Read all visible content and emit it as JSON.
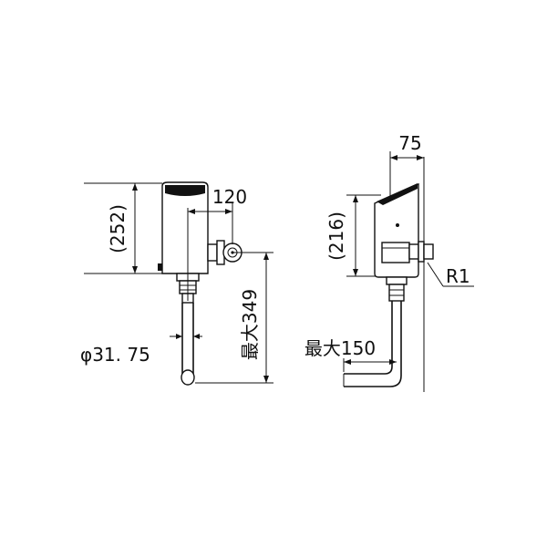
{
  "colors": {
    "line": "#111111",
    "background": "#ffffff"
  },
  "front_view": {
    "height_label": "(252)",
    "offset_label": "120",
    "max_length_label": "最大349",
    "diameter_label": "φ31. 75"
  },
  "side_view": {
    "top_label": "75",
    "height_label": "(216)",
    "max_length_label": "最大150",
    "thread_label": "R1"
  }
}
